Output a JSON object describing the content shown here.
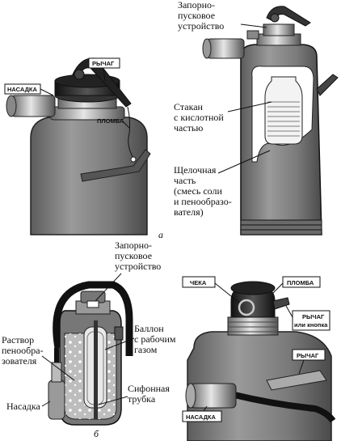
{
  "panel_a": {
    "caption": "а",
    "top_left": {
      "lever": "РЫЧАГ",
      "nozzle": "НАСАДКА",
      "seal": "ПЛОМБА"
    },
    "cutaway": {
      "valve": [
        "Запорно-",
        "пусковое",
        "устройство"
      ],
      "acid_cup": [
        "Стакан",
        "с кислотной",
        "частью"
      ],
      "alkaline": [
        "Щелочная",
        "часть",
        "(смесь соли",
        "и пенообразо-",
        "вателя)"
      ]
    }
  },
  "panel_b": {
    "caption": "б",
    "cutaway": {
      "valve": [
        "Запорно-",
        "пусковое",
        "устройство"
      ],
      "gas_cylinder": [
        "Баллон",
        "с рабочим",
        "газом"
      ],
      "solution": [
        "Раствор",
        "пенообра-",
        "зователя"
      ],
      "nozzle": "Насадка",
      "siphon": [
        "Сифонная",
        "трубка"
      ]
    },
    "closeup": {
      "pin": "ЧЕКА",
      "seal": "ПЛОМБА",
      "lever_or_button": [
        "РЫЧАГ",
        "или кнопка"
      ],
      "lever": "РЫЧАГ",
      "nozzle": "НАСАДКА"
    }
  }
}
